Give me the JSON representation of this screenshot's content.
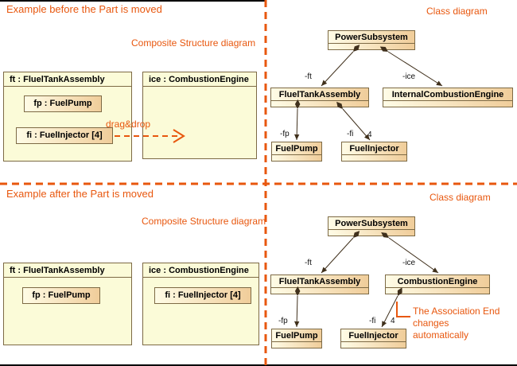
{
  "colors": {
    "accent": "#e8570e",
    "border": "#7d6a45",
    "line": "#40301c"
  },
  "before": {
    "heading": "Example before the Part is moved",
    "csd_label": "Composite Structure diagram",
    "class_diagram_label": "Class diagram",
    "drag_drop_label": "drag&drop",
    "parts": {
      "ft": "ft : FluelTankAssembly",
      "fp": "fp : FuelPump",
      "fi": "fi : FuelInjector [4]",
      "ice": "ice : CombustionEngine"
    },
    "classes": {
      "power": "PowerSubsystem",
      "tank": "FluelTankAssembly",
      "engine": "InternalCombustionEngine",
      "pump": "FuelPump",
      "injector": "FuelInjector"
    },
    "roles": {
      "ft": "-ft",
      "ice": "-ice",
      "fp": "-fp",
      "fi": "-fi",
      "injector_multiplicity": "4"
    }
  },
  "after": {
    "heading": "Example after the Part is moved",
    "csd_label": "Composite Structure diagram",
    "class_diagram_label": "Class diagram",
    "callout": "The Association End changes automatically",
    "parts": {
      "ft": "ft : FluelTankAssembly",
      "fp": "fp : FuelPump",
      "fi": "fi : FuelInjector [4]",
      "ice": "ice : CombustionEngine"
    },
    "classes": {
      "power": "PowerSubsystem",
      "tank": "FluelTankAssembly",
      "engine": "CombustionEngine",
      "pump": "FuelPump",
      "injector": "FuelInjector"
    },
    "roles": {
      "ft": "-ft",
      "ice": "-ice",
      "fp": "-fp",
      "fi": "-fi",
      "injector_multiplicity": "4"
    }
  }
}
